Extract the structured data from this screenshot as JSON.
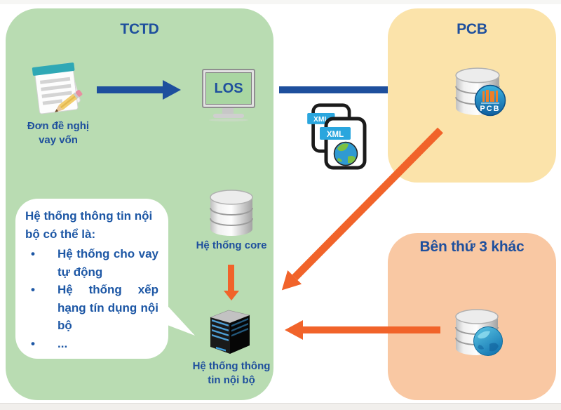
{
  "tctd": {
    "title": "TCTD",
    "loan_request_label": "Đơn đề nghị\nvay vốn",
    "los_label": "LOS",
    "core_system_label": "Hệ thống core",
    "internal_system_label": "Hệ thống thông\ntin nội bộ"
  },
  "bubble": {
    "intro": "Hệ thống thông tin nội bộ có thể là:",
    "bullet": "•",
    "items": [
      "Hệ thống cho vay tự động",
      "Hệ thống xếp hạng tín dụng nội bộ",
      "..."
    ]
  },
  "pcb": {
    "title": "PCB",
    "badge_label": "PCB"
  },
  "third_party": {
    "title": "Bên thứ 3 khác"
  },
  "files": {
    "xml_label": "XML"
  },
  "colors": {
    "tctd_box": "#b9dcb2",
    "pcb_box": "#fbe3aa",
    "third_party_box": "#f9c8a3",
    "blue": "#1e4f9d",
    "orange": "#f1632a",
    "bubble_bg": "#ffffff",
    "screen_green": "#a9d6a2"
  }
}
